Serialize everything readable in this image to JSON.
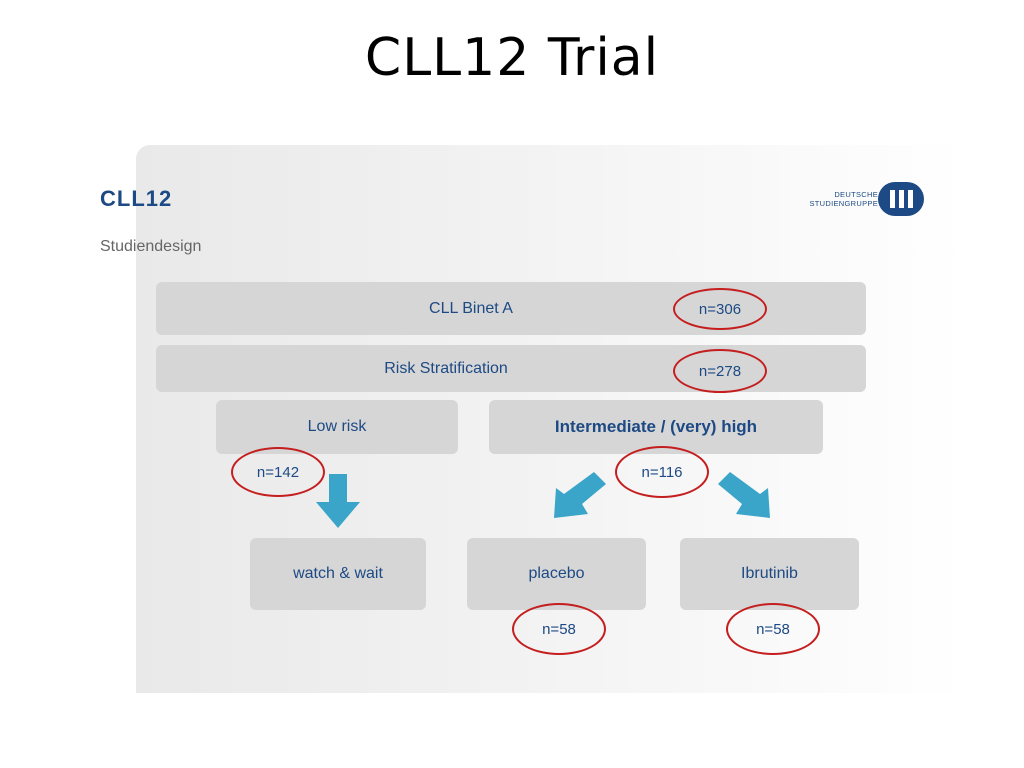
{
  "slide": {
    "title": "CLL12 Trial"
  },
  "panel": {
    "title": "CLL12",
    "subtitle": "Studiendesign",
    "logo_line1": "DEUTSCHE",
    "logo_line2": "STUDIENGRUPPE"
  },
  "flow": {
    "binet": {
      "label": "CLL Binet A",
      "n": "n=306"
    },
    "risk": {
      "label": "Risk Stratification",
      "n": "n=278"
    },
    "low": {
      "label": "Low risk",
      "n": "n=142"
    },
    "high": {
      "label": "Intermediate / (very) high",
      "n": "n=116"
    },
    "watch": {
      "label": "watch & wait"
    },
    "placebo": {
      "label": "placebo",
      "n": "n=58"
    },
    "ibrutinib": {
      "label": "Ibrutinib",
      "n": "n=58"
    }
  },
  "colors": {
    "box": "#d6d6d6",
    "text": "#1d4a84",
    "arrow": "#3aa4c9",
    "ellipse": "#c41e1e"
  }
}
